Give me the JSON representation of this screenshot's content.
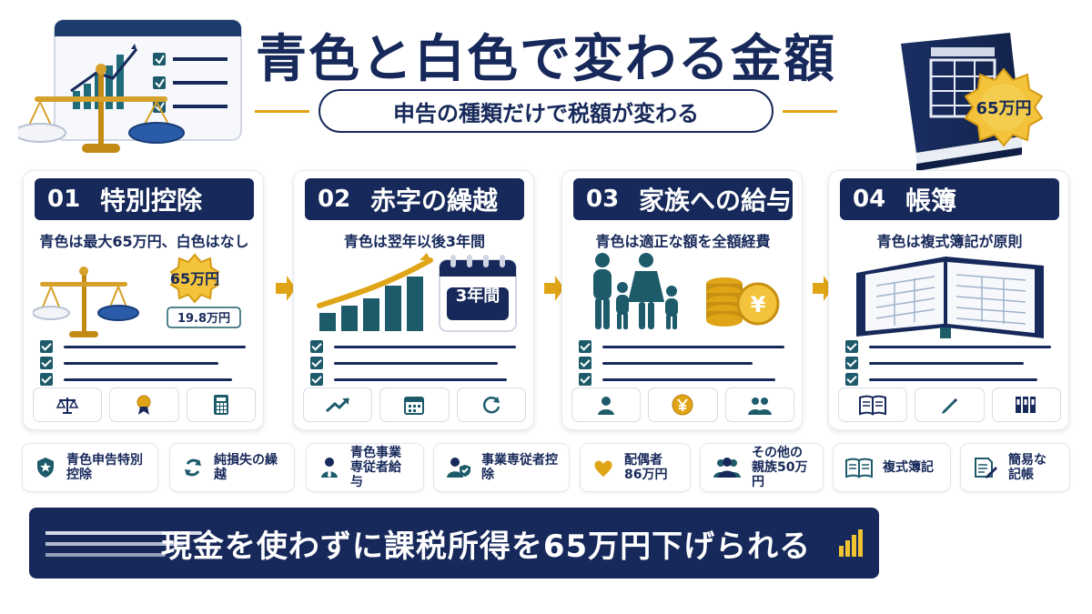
{
  "header": {
    "title": "青色と白色で変わる金額",
    "subtitle": "申告の種類だけで税額が変わる",
    "book_badge": "65万円"
  },
  "cards": [
    {
      "num": "01",
      "title": "特別控除",
      "desc": "青色は最大65万円、白色はなし",
      "badge_main": "65万円",
      "badge_sub": "19.8万円",
      "icons": [
        "scale-icon",
        "award-icon",
        "calculator-icon"
      ]
    },
    {
      "num": "02",
      "title": "赤字の繰越",
      "desc": "青色は翌年以後3年間",
      "calendar_label": "3年間",
      "icons": [
        "trend-up-icon",
        "calendar-icon",
        "refresh-icon"
      ]
    },
    {
      "num": "03",
      "title": "家族への給与",
      "desc": "青色は適正な額を全額経費",
      "coin_label": "¥",
      "icons": [
        "person-icon",
        "yen-coin-icon",
        "people-icon"
      ]
    },
    {
      "num": "04",
      "title": "帳簿",
      "desc": "青色は複式簿記が原則",
      "icons": [
        "book-icon",
        "pen-icon",
        "binders-icon"
      ]
    }
  ],
  "chips": [
    {
      "label": "青色申告特別控除",
      "icon": "shield-star-icon"
    },
    {
      "label": "純損失の繰越",
      "icon": "cycle-icon"
    },
    {
      "label": "青色事業\n専従者給与",
      "icon": "worker-icon"
    },
    {
      "label": "事業専従者控除",
      "icon": "worker-shield-icon"
    },
    {
      "label": "配偶者\n86万円",
      "icon": "heart-icon"
    },
    {
      "label": "その他の\n親族50万円",
      "icon": "group-icon"
    },
    {
      "label": "複式簿記",
      "icon": "open-book-icon"
    },
    {
      "label": "簡易な記帳",
      "icon": "note-pen-icon"
    }
  ],
  "banner": {
    "text": "現金を使わずに課税所得を65万円下げられる"
  },
  "colors": {
    "navy": "#17295a",
    "teal": "#1d5b6b",
    "gold": "#e0a516"
  }
}
